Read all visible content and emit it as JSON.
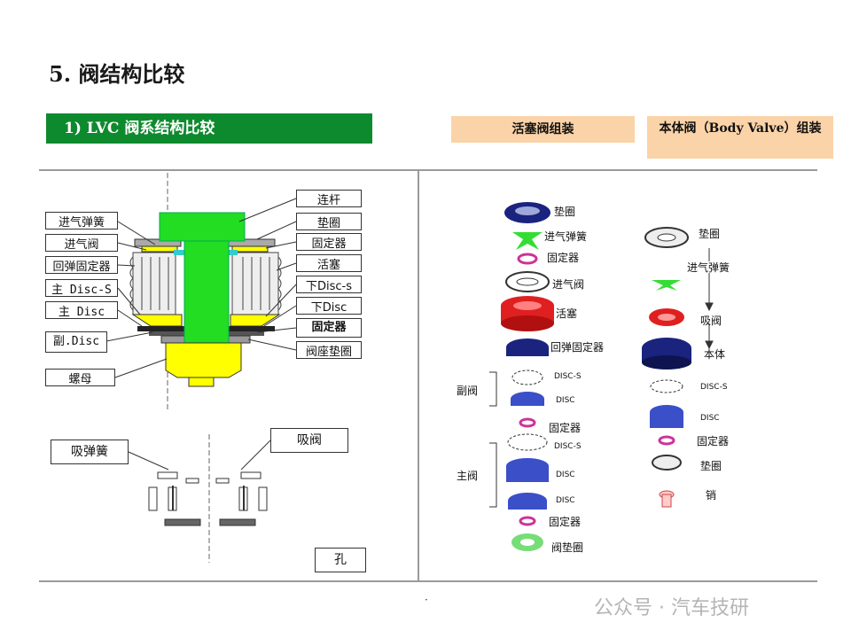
{
  "title": "5.  阀结构比较",
  "section_label": "1) LVC 阀系结构比较",
  "piston_header": "活塞阀组装",
  "body_header": "本体阀（Body Valve）组装",
  "left_labels": {
    "inlet_spring": "进气弹簧",
    "inlet_valve": "进气阀",
    "rebound_retainer": "回弹固定器",
    "main_disc_s": "主 Disc-S",
    "main_disc": "主 Disc",
    "sub_disc": "副.Disc",
    "nut": "螺母",
    "rod": "连杆",
    "washer": "垫圈",
    "retainer": "固定器",
    "piston": "活塞",
    "lower_disc_s": "下Disc-s",
    "lower_disc": "下Disc",
    "retainer2": "固定器",
    "seat_washer": "阀座垫圈",
    "suction_spring": "吸弹簧",
    "suction_valve": "吸阀",
    "hole": "孔"
  },
  "piston_parts": {
    "washer": "垫圈",
    "inlet_spring": "进气弹簧",
    "retainer_a": "固定器",
    "inlet_valve": "进气阀",
    "piston": "活塞",
    "rebound_retainer": "回弹固定器",
    "disc_s_a": "DISC-S",
    "disc_a": "DISC",
    "retainer_b": "固定器",
    "disc_s_b": "DISC-S",
    "disc_b": "DISC",
    "disc_c": "DISC",
    "retainer_c": "固定器",
    "seat_washer": "阀垫圈",
    "sub_valve": "副阀",
    "main_valve": "主阀"
  },
  "body_parts": {
    "washer": "垫圈",
    "inlet_spring": "进气弹簧",
    "suction_valve": "吸阀",
    "body": "本体",
    "disc_s": "DISC-S",
    "disc": "DISC",
    "retainer": "固定器",
    "washer2": "垫圈",
    "pin": "销"
  },
  "footer_dot": "·",
  "watermark": "公众号 · 汽车技研",
  "colors": {
    "green_bar": "#0e8a2e",
    "header_peach": "#fbd3a8",
    "rod_green": "#22dd22",
    "nut_yellow": "#ffff00",
    "piston_red": "#e02020",
    "navy": "#1a237e",
    "magenta": "#cc3399"
  }
}
